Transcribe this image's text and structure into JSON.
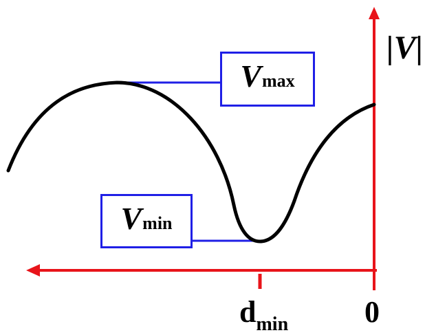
{
  "diagram": {
    "labels": {
      "v_max": {
        "letter": "V",
        "subscript": "max"
      },
      "v_min": {
        "letter": "V",
        "subscript": "min"
      },
      "vertical_axis": "|V|",
      "horizontal_tick": {
        "letter": "d",
        "subscript": "min"
      },
      "origin": "0"
    },
    "colors": {
      "axes": "#e8141a",
      "curve": "#000000",
      "label_boxes": "#1f1fe6",
      "leader_lines": "#1f1fe6"
    }
  }
}
